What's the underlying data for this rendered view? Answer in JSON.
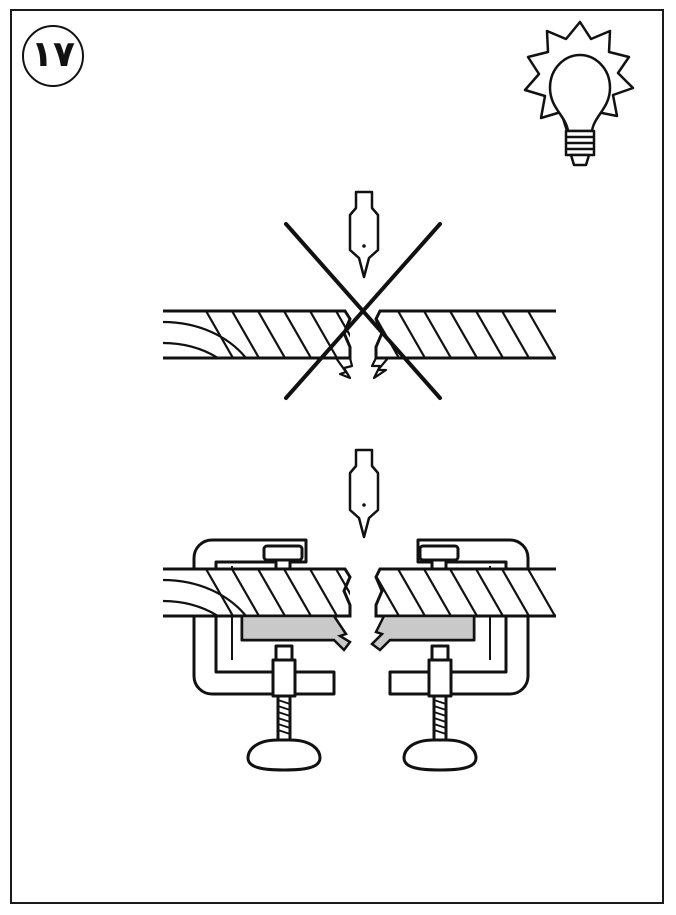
{
  "step": {
    "number": "۱۷"
  },
  "icons": {
    "tip": "lightbulb-icon",
    "wrong": "cross-out-mark-icon"
  },
  "scenes": [
    {
      "id": "without-clamps",
      "verdict": "incorrect"
    },
    {
      "id": "with-clamps",
      "verdict": "correct"
    }
  ],
  "colors": {
    "ink": "#111111",
    "clamp_pad": "#c9c9c9"
  }
}
